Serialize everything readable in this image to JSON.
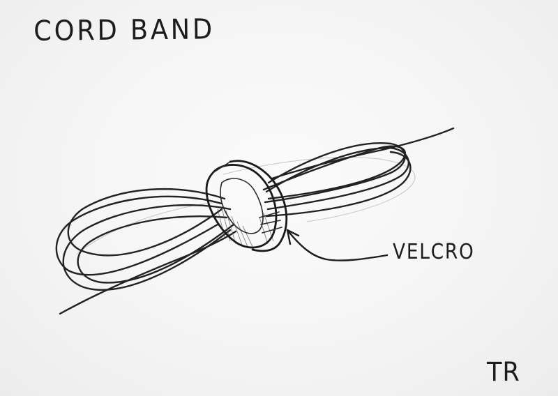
{
  "sketch": {
    "title": "CORD BAND",
    "callout_label": "VELCRO",
    "initials": "TR",
    "subject": "cord-band-with-velcro-strap",
    "ink_color": "#1d1d1d",
    "paper_color": "#f4f4f4"
  }
}
